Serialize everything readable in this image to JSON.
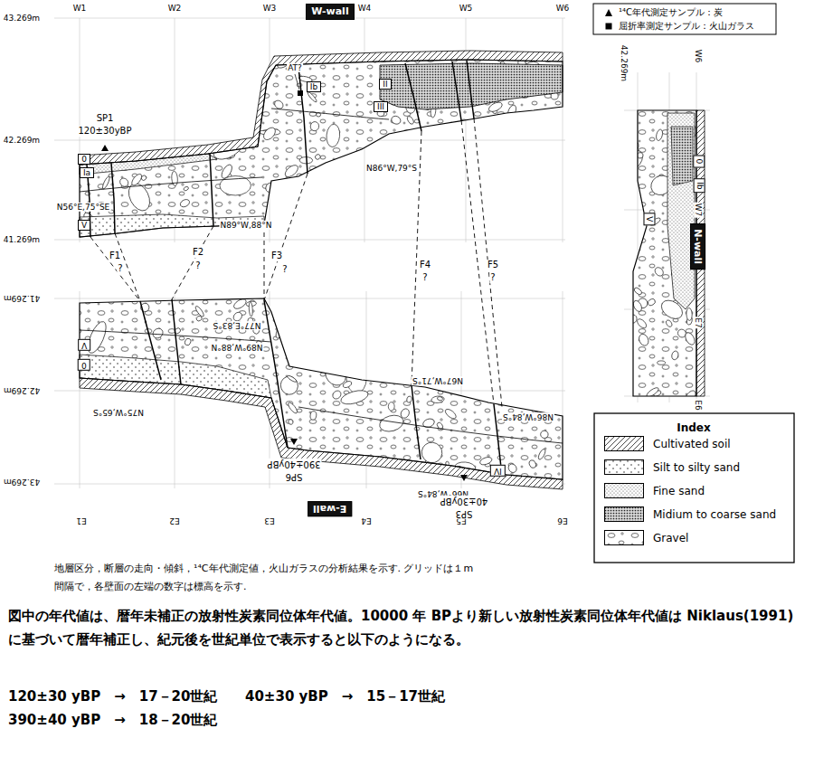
{
  "diagram": {
    "caption": "地層区分，断層の走向・傾斜，¹⁴C年代測定値，火山ガラスの分析結果を示す. グリッドは１m間隔で，各壁面の左端の数字は標高を示す.",
    "nodes": [
      {
        "text": [
          "W-wall"
        ]
      },
      {
        "text": [
          "E-wall"
        ]
      },
      {
        "text": [
          "N-wall"
        ]
      },
      {
        "text": [
          "0"
        ]
      },
      {
        "text": [
          "Ia"
        ]
      },
      {
        "text": [
          "V"
        ]
      },
      {
        "text": [
          "Ib"
        ]
      },
      {
        "text": [
          "II"
        ]
      },
      {
        "text": [
          "III"
        ]
      },
      {
        "text": [
          "0"
        ]
      },
      {
        "text": [
          "Ib"
        ]
      },
      {
        "text": [
          "V"
        ]
      },
      {
        "text": [
          "V"
        ]
      },
      {
        "text": [
          "0"
        ]
      },
      {
        "text": [
          "IV"
        ]
      }
    ],
    "labels": [
      "43.269m",
      "42.269m",
      "41.269m",
      "W1",
      "W2",
      "W3",
      "W4",
      "W5",
      "W6",
      "SP1",
      "120±30yBP",
      "N56°E,75°SE",
      "N89°W,88°N",
      "AT?",
      "N86°W,79°S",
      "F1",
      "?",
      "F2",
      "?",
      "F3",
      "?",
      "F4",
      "?",
      "F5",
      "?",
      "41.269m",
      "42.269m",
      "43.269m",
      "E1",
      "E2",
      "E3",
      "E4",
      "E5",
      "E6",
      "N77°E,83°S",
      "N89°W,88°N",
      "N75°W,65°S",
      "N67°W,71°S",
      "N86°W,84°S",
      "N66°W,84°S",
      "SP6",
      "390±40yBP",
      "SP3",
      "40±30yBP",
      "42.269m",
      "W6",
      "W7",
      "E7",
      "E6",
      "Index",
      "図中の年代値は、暦年未補正の放射性炭素同位体年代値。10000 年 BPより新しい放射性炭素同位体年代値は Niklaus(1991) に基づいて暦年補正し、紀元後を世紀単位で表示すると以下のようになる。",
      "120±30 yBP　→　17－20世紀",
      "40±30 yBP　→　15－17世紀",
      "390±40 yBP　→　18－20世紀"
    ],
    "legend": [
      {
        "text": "¹⁴C年代測定サンプル：炭"
      },
      {
        "text": "屈折率測定サンプル：火山ガラス"
      },
      {
        "text": "Cultivated soil"
      },
      {
        "text": "Silt to silty sand"
      },
      {
        "text": "Fine sand"
      },
      {
        "text": "Midium to coarse sand"
      },
      {
        "text": "Gravel"
      }
    ]
  }
}
